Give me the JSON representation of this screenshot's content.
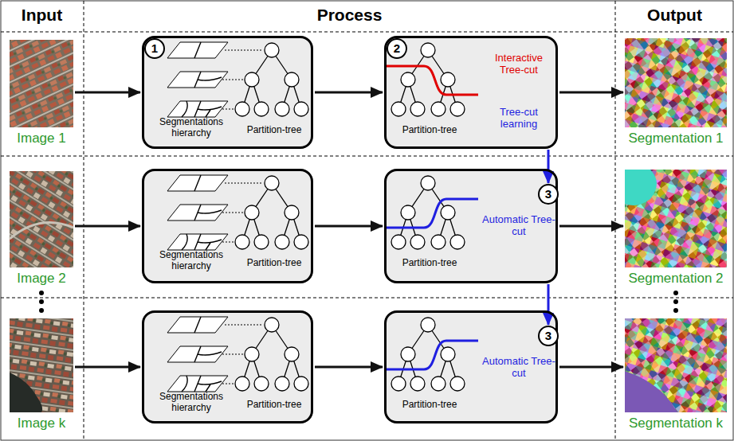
{
  "diagram": {
    "nodes": [
      {
        "text": [
          "Image 1"
        ]
      },
      {
        "text": [
          "Segmentations hierarchy",
          "Partition-tree"
        ]
      },
      {
        "text": [
          "1"
        ],
        "in": 1
      },
      {
        "text": [
          "Partition-tree",
          "Interactive Tree-cut",
          "Tree-cut learning"
        ]
      },
      {
        "text": [
          "2"
        ],
        "in": 3
      },
      {
        "text": [
          "Segmentation 1"
        ]
      },
      {
        "text": [
          "Image 2"
        ]
      },
      {
        "text": [
          "Segmentations hierarchy",
          "Partition-tree"
        ]
      },
      {
        "text": [
          "Partition-tree",
          "Automatic Tree-cut"
        ]
      },
      {
        "text": [
          "3"
        ],
        "in": 8
      },
      {
        "text": [
          "Segmentation 2"
        ]
      },
      {
        "text": [
          "Image k"
        ]
      },
      {
        "text": [
          "Segmentations hierarchy",
          "Partition-tree"
        ]
      },
      {
        "text": [
          "Partition-tree",
          "Automatic Tree-cut"
        ]
      },
      {
        "text": [
          "3"
        ],
        "in": 13
      },
      {
        "text": [
          "Segmentation k"
        ]
      }
    ],
    "edges": [
      {
        "from": 0,
        "to": 1,
        "arrow": "to"
      },
      {
        "from": 1,
        "to": 3,
        "arrow": "to"
      },
      {
        "from": 3,
        "to": 5,
        "arrow": "to"
      },
      {
        "from": 3,
        "to": 9,
        "arrow": "to"
      },
      {
        "from": 6,
        "to": 7,
        "arrow": "to"
      },
      {
        "from": 7,
        "to": 8,
        "arrow": "to"
      },
      {
        "from": 8,
        "to": 10,
        "arrow": "to"
      },
      {
        "from": 8,
        "to": 14,
        "arrow": "to"
      },
      {
        "from": 11,
        "to": 12,
        "arrow": "to"
      },
      {
        "from": 12,
        "to": 13,
        "arrow": "to"
      },
      {
        "from": 13,
        "to": 15,
        "arrow": "to"
      }
    ],
    "labels": [
      "Input",
      "Process",
      "Output"
    ]
  }
}
